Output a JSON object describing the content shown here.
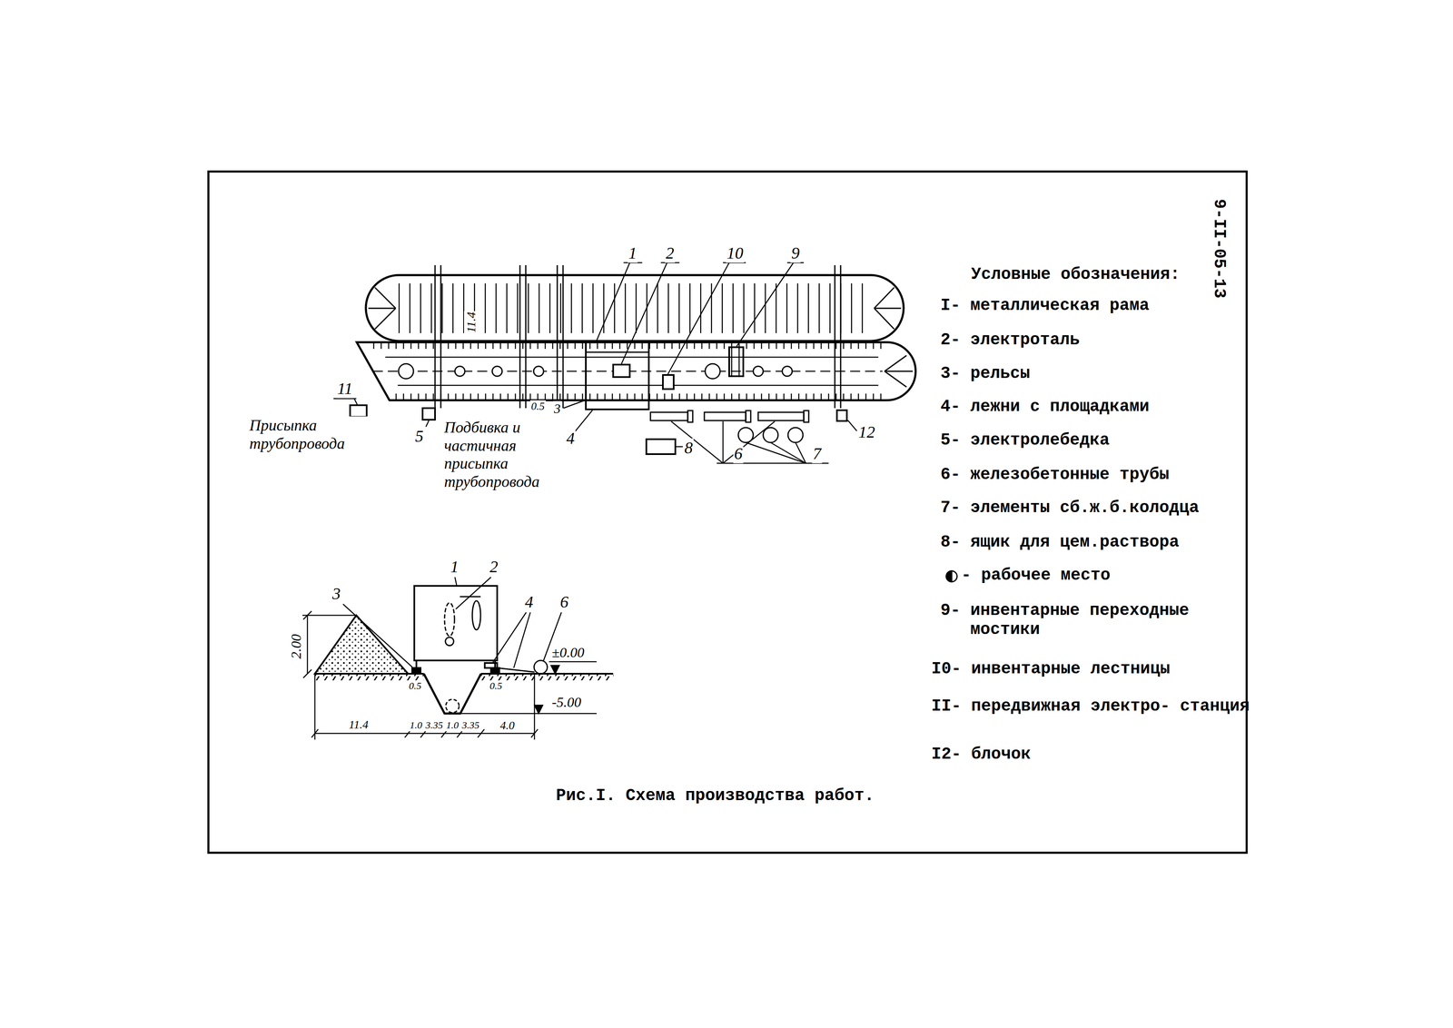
{
  "diagram": {
    "caption": "Рис.I. Схема производства работ.",
    "labels": [
      "9-II-05-13",
      "Условные обозначения:",
      "1",
      "2",
      "10",
      "9",
      "11",
      "5",
      "3",
      "4",
      "8",
      "6",
      "7",
      "12",
      "Присыпка трубопровода",
      "Подбивка и частичная присыпка трубопровода",
      "11.4",
      "0.5",
      "1",
      "2",
      "3",
      "4",
      "6",
      "2.00",
      "±0.00",
      "-5.00",
      "0.5",
      "0.5",
      "11.4",
      "1.0",
      "3.35",
      "1.0",
      "3.35",
      "4.0"
    ],
    "legend": [
      {
        "text": "I- металлическая рама"
      },
      {
        "text": "2- электроталь"
      },
      {
        "text": "3- рельсы"
      },
      {
        "text": "4- лежни с площадками"
      },
      {
        "text": "5- электролебедка"
      },
      {
        "text": "6- железобетонные трубы"
      },
      {
        "text": "7- элементы сб.ж.б.колодца"
      },
      {
        "text": "8- ящик для цем.раствора"
      },
      {
        "text": "- рабочее место"
      },
      {
        "text": "9- инвентарные переходные мостики"
      },
      {
        "text": "I0- инвентарные лестницы"
      },
      {
        "text": "II- передвижная электро- станция"
      },
      {
        "text": "I2- блочок"
      }
    ]
  }
}
